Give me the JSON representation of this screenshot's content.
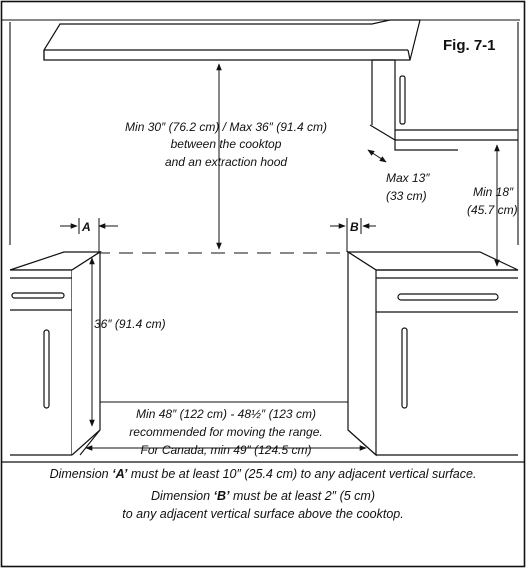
{
  "figure": {
    "label": "Fig. 7-1"
  },
  "markers": {
    "a": "A",
    "b": "B"
  },
  "dimensions": {
    "hood_line1": "Min 30″ (76.2 cm) / Max 36″ (91.4 cm)",
    "hood_line2": "between the cooktop",
    "hood_line3": "and an extraction hood",
    "depth_line1": "Max 13″",
    "depth_line2": "(33 cm)",
    "cabinet_line1": "Min 18″",
    "cabinet_line2": "(45.7 cm)",
    "height": "36″ (91.4 cm)",
    "width_line1": "Min 48″ (122 cm) - 48½″ (123 cm)",
    "width_line2": "recommended for moving the range.",
    "width_line3": "For Canada, min 49″ (124.5 cm)"
  },
  "notes": {
    "a_prefix": "Dimension ",
    "a_key": "‘A’",
    "a_text": " must be at least 10″ (25.4 cm) to any adjacent vertical surface.",
    "b_prefix": "Dimension ",
    "b_key": "‘B’",
    "b_text": " must be at least 2″ (5 cm)",
    "b_text2": "to any adjacent vertical surface above the cooktop."
  }
}
